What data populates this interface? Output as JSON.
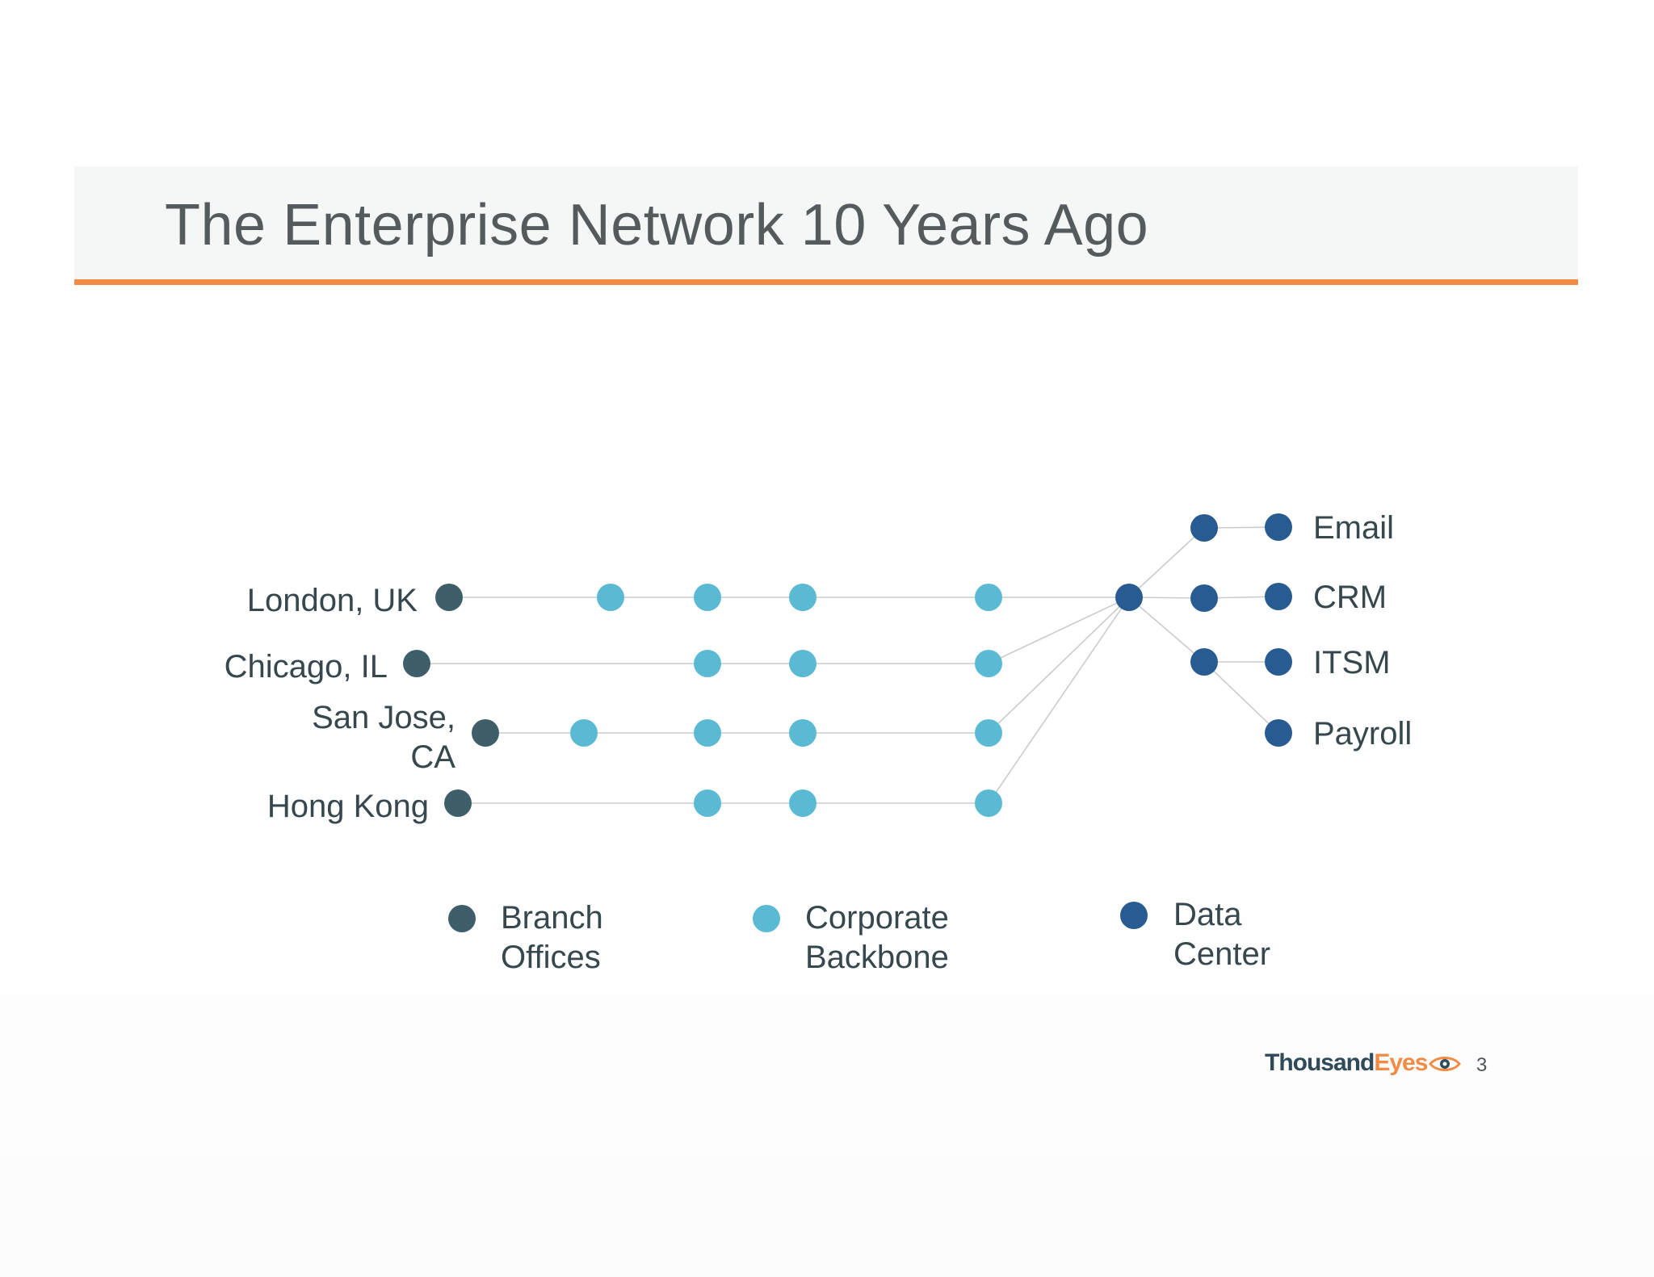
{
  "slide": {
    "title": "The Enterprise Network 10 Years Ago",
    "page_number": "3"
  },
  "logo": {
    "part1": "Thousand",
    "part2": "Eyes",
    "icon": "eye-icon"
  },
  "colors": {
    "branch": "#3e5f69",
    "backbone": "#5bbad3",
    "datacenter": "#285b92",
    "link": "#c9ccce",
    "accent_rule": "#f28b43"
  },
  "diagram": {
    "branches": [
      {
        "id": "london",
        "label_lines": [
          "London, UK"
        ]
      },
      {
        "id": "chicago",
        "label_lines": [
          "Chicago, IL"
        ]
      },
      {
        "id": "sanjose",
        "label_lines": [
          "San Jose,",
          "CA"
        ]
      },
      {
        "id": "hongkong",
        "label_lines": [
          "Hong Kong"
        ]
      }
    ],
    "services": [
      {
        "id": "email",
        "label": "Email"
      },
      {
        "id": "crm",
        "label": "CRM"
      },
      {
        "id": "itsm",
        "label": "ITSM"
      },
      {
        "id": "payroll",
        "label": "Payroll"
      }
    ]
  },
  "legend": [
    {
      "id": "branch",
      "lines": [
        "Branch",
        "Offices"
      ]
    },
    {
      "id": "backbone",
      "lines": [
        "Corporate",
        "Backbone"
      ]
    },
    {
      "id": "datacenter",
      "lines": [
        "Data",
        "Center"
      ]
    }
  ]
}
